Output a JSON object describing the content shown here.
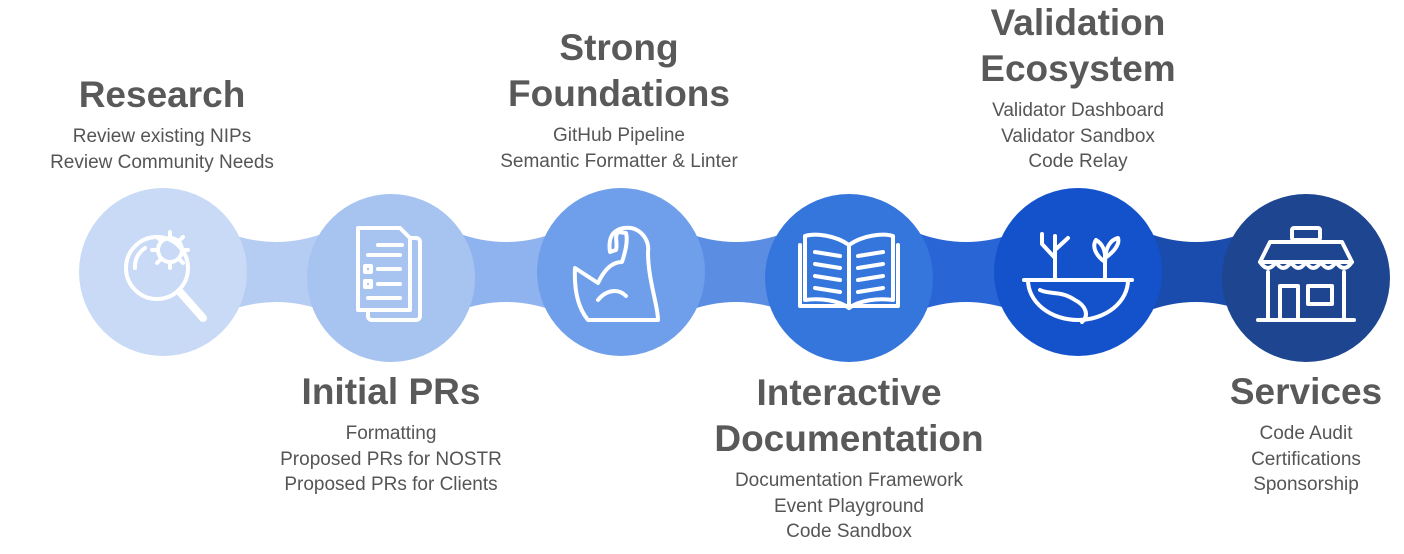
{
  "colors": {
    "circles": [
      "#c9daf6",
      "#a7c4f1",
      "#6f9fea",
      "#3576dd",
      "#1452cc",
      "#1d4590"
    ],
    "connectors": [
      "#b5ccf3",
      "#8fb3ee",
      "#5b8ee3",
      "#2a65d6",
      "#1a4cad"
    ],
    "icon_stroke": "#ffffff",
    "text": "#595959"
  },
  "stages": [
    {
      "icon": "gear-magnifier-icon",
      "title_lines": [
        "Research"
      ],
      "items": [
        "Review existing NIPs",
        "Review Community Needs"
      ]
    },
    {
      "icon": "documents-checklist-icon",
      "title_lines": [
        "Initial PRs"
      ],
      "items": [
        "Formatting",
        "Proposed PRs for NOSTR",
        "Proposed PRs for Clients"
      ]
    },
    {
      "icon": "flexed-arm-icon",
      "title_lines": [
        "Strong",
        "Foundations"
      ],
      "items": [
        "GitHub Pipeline",
        "Semantic Formatter & Linter"
      ]
    },
    {
      "icon": "open-book-icon",
      "title_lines": [
        "Interactive",
        "Documentation"
      ],
      "items": [
        "Documentation Framework",
        "Event Playground",
        "Code Sandbox"
      ]
    },
    {
      "icon": "planet-sprouts-icon",
      "title_lines": [
        "Validation",
        "Ecosystem"
      ],
      "items": [
        "Validator Dashboard",
        "Validator Sandbox",
        "Code Relay"
      ]
    },
    {
      "icon": "storefront-icon",
      "title_lines": [
        "Services"
      ],
      "items": [
        "Code Audit",
        "Certifications",
        "Sponsorship"
      ]
    }
  ]
}
